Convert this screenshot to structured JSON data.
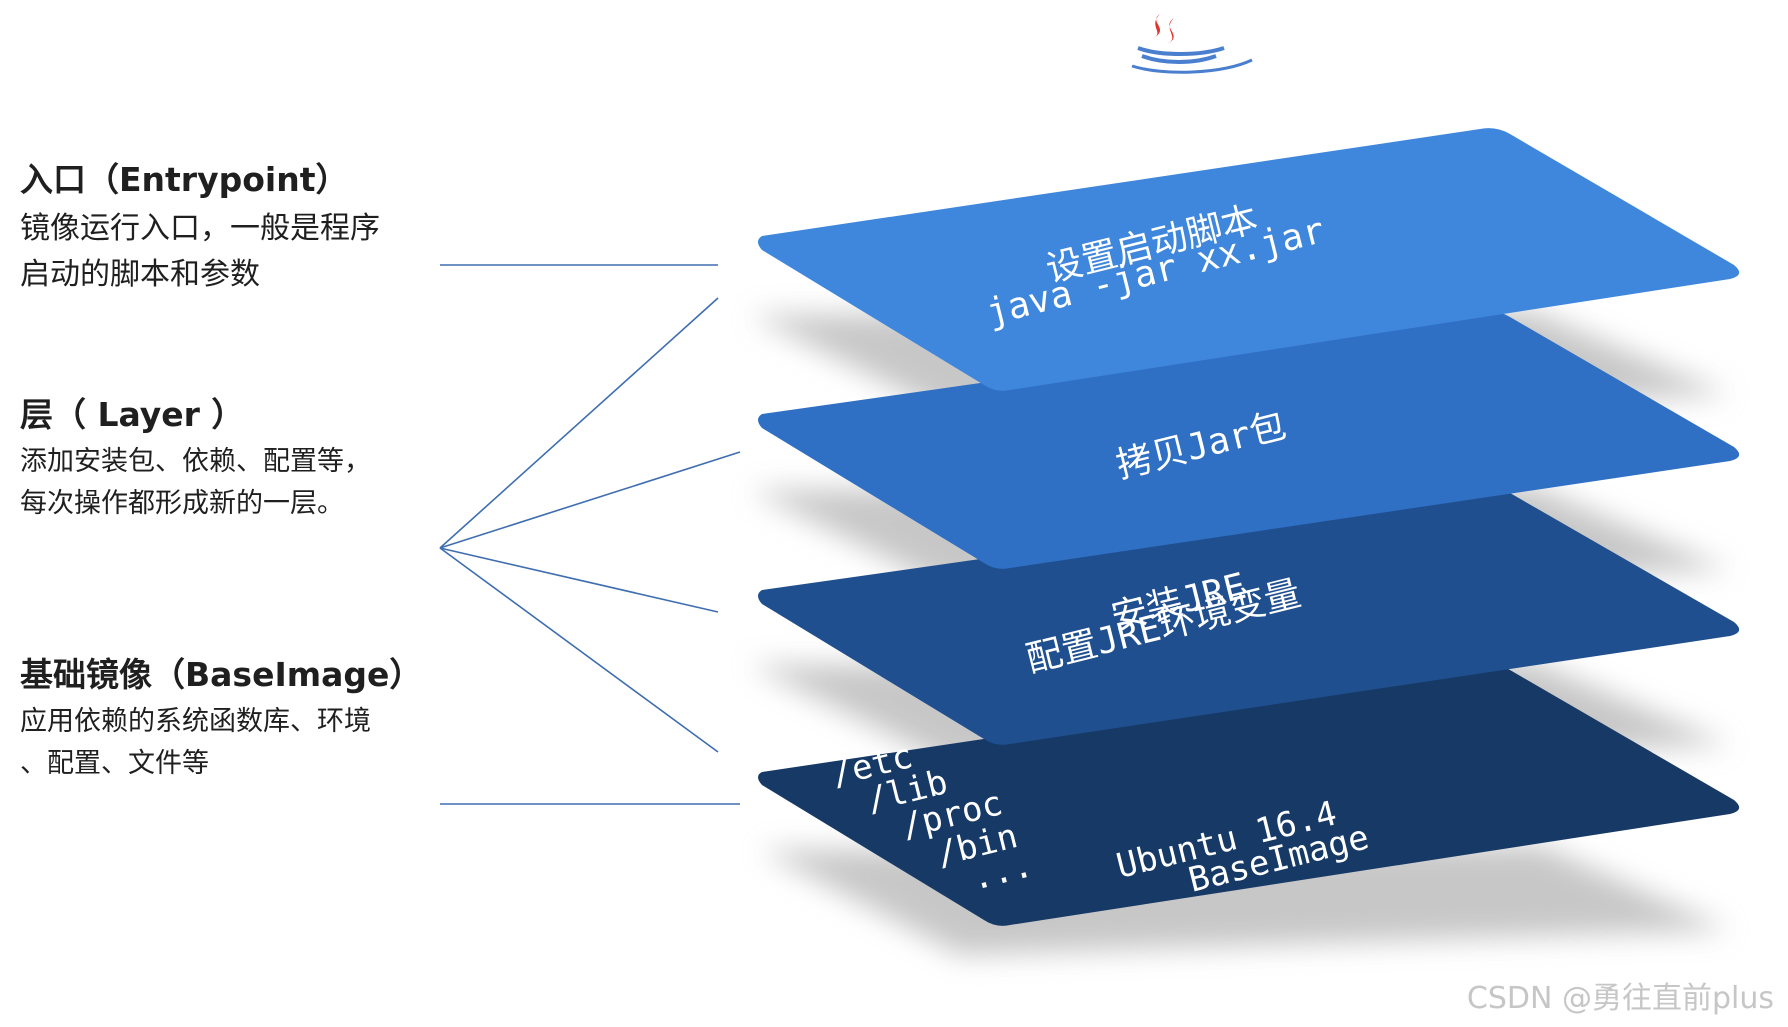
{
  "entrypoint": {
    "title": "入口（Entrypoint）",
    "desc": [
      "镜像运行入口，一般是程序",
      "启动的脚本和参数"
    ]
  },
  "layer": {
    "title": "层（ Layer ）",
    "desc": [
      "添加安装包、依赖、配置等，",
      "每次操作都形成新的一层。"
    ]
  },
  "base": {
    "title": "基础镜像（BaseImage）",
    "desc": [
      "应用依赖的系统函数库、环境",
      "、配置、文件等"
    ]
  },
  "cards": {
    "top": {
      "line1": "设置启动脚本",
      "line2": "java -jar xx.jar",
      "color": "#3f87dc"
    },
    "second": {
      "line1": "拷贝Jar包",
      "color": "#2f6fc4"
    },
    "third": {
      "line1": "安装JRE",
      "line2": "配置JRE环境变量",
      "color": "#1f4f8e"
    },
    "base": {
      "paths": [
        "/etc",
        "/lib",
        "/proc",
        "/bin",
        "..."
      ],
      "line1": "Ubuntu 16.4",
      "line2": "BaseImage",
      "color": "#163966"
    }
  },
  "logo_icon": "java-coffee-cup-icon",
  "watermark": "CSDN @勇往直前plus"
}
